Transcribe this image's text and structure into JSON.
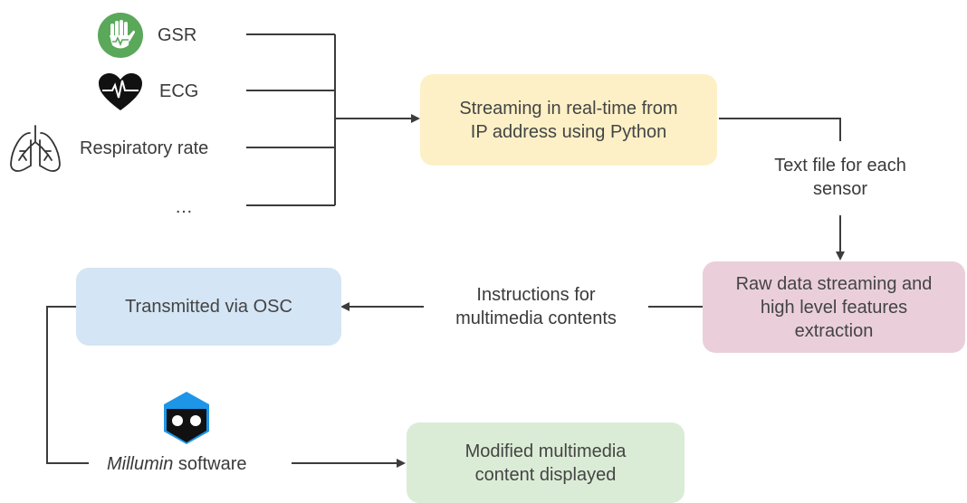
{
  "colors": {
    "stream_box": "#fdf0c6",
    "raw_box": "#eacfdb",
    "osc_box": "#d4e5f5",
    "modified_box": "#dbecd6",
    "line": "#3c3c3c",
    "gsr_icon": "#5aa85a",
    "millumin_icon": "#1d96e8"
  },
  "sensors": {
    "gsr": "GSR",
    "ecg": "ECG",
    "resp": "Respiratory rate",
    "more": "…"
  },
  "icons": {
    "gsr": "hand-gsr-icon",
    "ecg": "heart-ecg-icon",
    "resp": "lungs-icon",
    "millumin": "millumin-logo-icon"
  },
  "boxes": {
    "stream": {
      "line1": "Streaming in real-time from",
      "line2": "IP address using Python"
    },
    "raw": {
      "line1": "Raw data streaming and",
      "line2": "high level features",
      "line3": "extraction"
    },
    "osc": {
      "line1": "Transmitted via OSC"
    },
    "modified": {
      "line1": "Modified multimedia",
      "line2": "content displayed"
    }
  },
  "edge_labels": {
    "text_file": {
      "line1": "Text file for each",
      "line2": "sensor"
    },
    "instructions": {
      "line1": "Instructions for",
      "line2": "multimedia contents"
    }
  },
  "software": {
    "name": "Millumin",
    "suffix": " software"
  }
}
